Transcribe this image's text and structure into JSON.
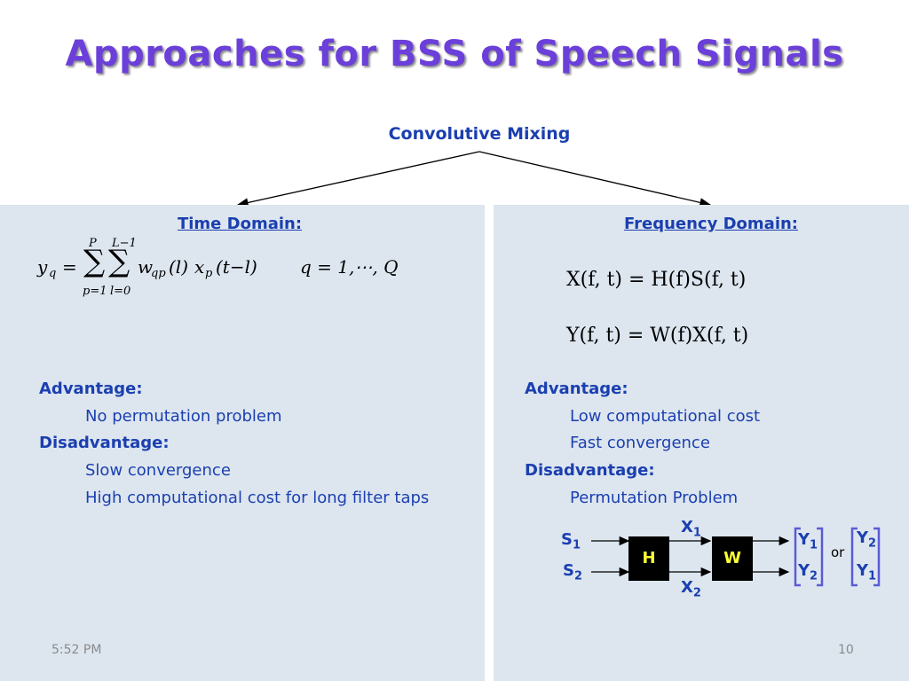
{
  "slide": {
    "title": "Approaches for BSS of Speech Signals",
    "subtitle": "Convolutive Mixing",
    "time": "5:52 PM",
    "page": "10"
  },
  "left": {
    "heading": "Time Domain:",
    "formula_text": "y_q = Σ_{p=1}^{P} Σ_{l=0}^{L−1} w_{qp}(l) x_p(t−l),  q = 1, ⋯, Q",
    "formula": {
      "lhs": "y",
      "lhs_sub": "q",
      "eq": "=",
      "sum_sym": "∑",
      "sum1_top": "P",
      "sum1_bottom": "p=1",
      "sum2_top": "L−1",
      "sum2_bottom": "l=0",
      "w": "w",
      "w_sub": "qp",
      "l_arg": "(l)",
      "x": "x",
      "x_sub": "p",
      "x_arg": "(t−l)",
      "q_range": "q = 1,⋯, Q"
    },
    "advantage_label": "Advantage:",
    "advantages": [
      "No permutation problem"
    ],
    "disadvantage_label": "Disadvantage:",
    "disadvantages": [
      "Slow convergence",
      "High computational cost for long filter taps"
    ]
  },
  "right": {
    "heading": "Frequency Domain:",
    "eq1": "X(f, t) = H(f)S(f, t)",
    "eq2": "Y(f, t) = W(f)X(f, t)",
    "advantage_label": "Advantage:",
    "advantages": [
      "Low computational cost",
      "Fast convergence"
    ],
    "disadvantage_label": "Disadvantage:",
    "disadvantages": [
      "Permutation Problem"
    ]
  },
  "diagram": {
    "s1": "S",
    "s1_sub": "1",
    "s2": "S",
    "s2_sub": "2",
    "h": "H",
    "w": "W",
    "x1": "X",
    "x1_sub": "1",
    "x2": "X",
    "x2_sub": "2",
    "y1a": "Y",
    "y1a_sub": "1",
    "y2a": "Y",
    "y2a_sub": "2",
    "or": "or",
    "y2b": "Y",
    "y2b_sub": "2",
    "y1b": "Y",
    "y1b_sub": "1",
    "bracket_color": "#5b5bd6"
  },
  "colors": {
    "title": "#6b3fd9",
    "text": "#1b3fb0",
    "panel": "#dde6ef"
  }
}
